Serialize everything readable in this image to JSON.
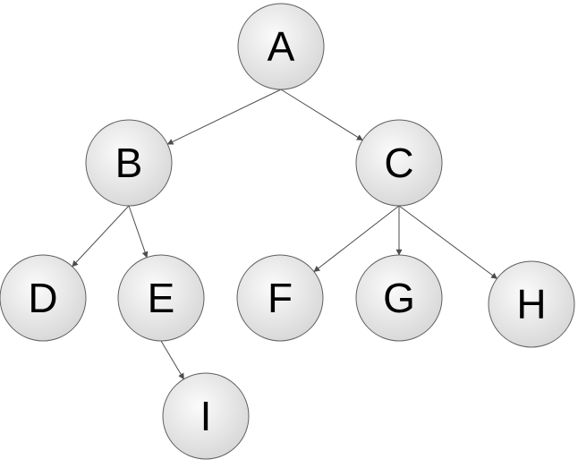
{
  "diagram": {
    "type": "tree",
    "nodes": [
      {
        "id": "A",
        "label": "A"
      },
      {
        "id": "B",
        "label": "B"
      },
      {
        "id": "C",
        "label": "C"
      },
      {
        "id": "D",
        "label": "D"
      },
      {
        "id": "E",
        "label": "E"
      },
      {
        "id": "F",
        "label": "F"
      },
      {
        "id": "G",
        "label": "G"
      },
      {
        "id": "H",
        "label": "H"
      },
      {
        "id": "I",
        "label": "I"
      }
    ],
    "edges": [
      {
        "from": "A",
        "to": "B"
      },
      {
        "from": "A",
        "to": "C"
      },
      {
        "from": "B",
        "to": "D"
      },
      {
        "from": "B",
        "to": "E"
      },
      {
        "from": "C",
        "to": "F"
      },
      {
        "from": "C",
        "to": "G"
      },
      {
        "from": "C",
        "to": "H"
      },
      {
        "from": "E",
        "to": "I"
      }
    ],
    "colors": {
      "node_fill_light": "#fbfbfb",
      "node_fill_dark": "#d9d9d9",
      "node_stroke": "#5f5f5f",
      "edge": "#4d4d4d",
      "text": "#000000"
    }
  }
}
